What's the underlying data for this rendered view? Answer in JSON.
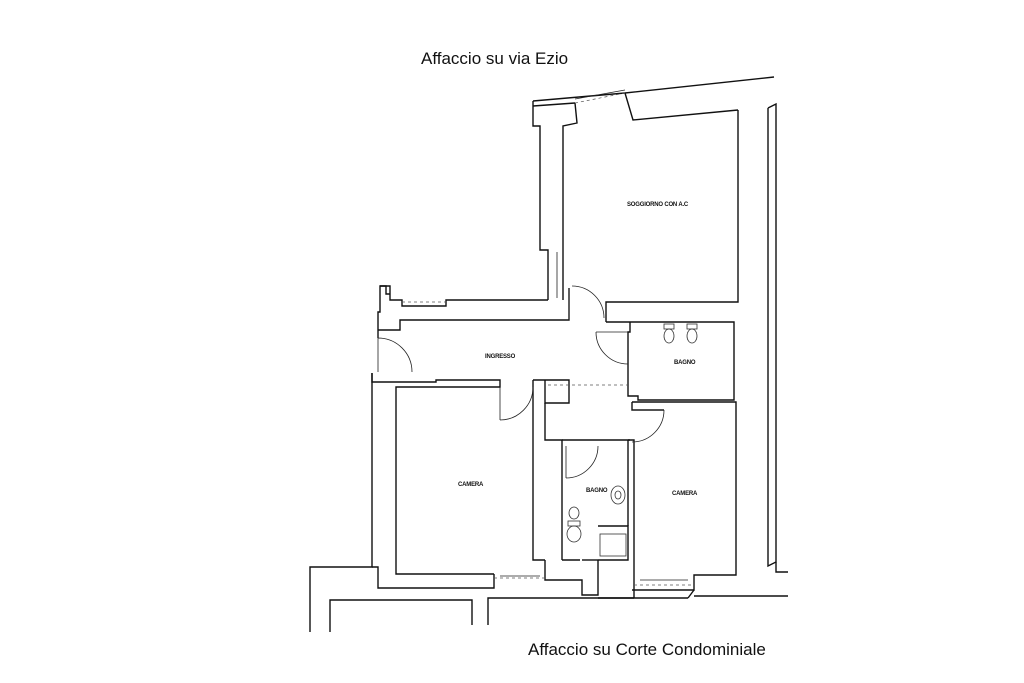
{
  "headings": {
    "top": "Affaccio su via Ezio",
    "bottom": "Affaccio su Corte Condominiale"
  },
  "rooms": {
    "living": "SOGGIORNO CON A.C",
    "entrance": "INGRESSO",
    "bath_right": "BAGNO",
    "bedroom_left": "CAMERA",
    "bath_center": "BAGNO",
    "bedroom_right": "CAMERA"
  }
}
